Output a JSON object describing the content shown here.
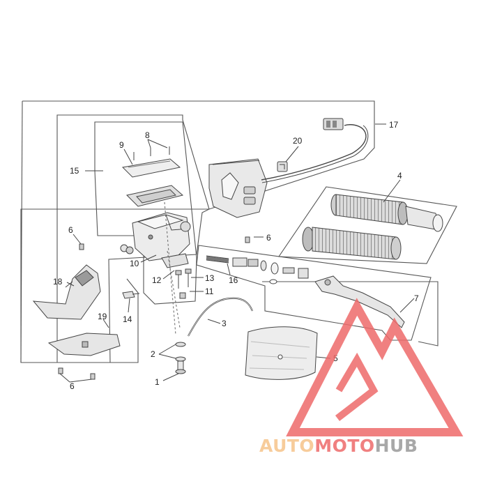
{
  "callouts": {
    "c1": "1",
    "c2": "2",
    "c3": "3",
    "c4": "4",
    "c5": "5",
    "c6a": "6",
    "c6b": "6",
    "c6c": "6",
    "c7": "7",
    "c8": "8",
    "c9": "9",
    "c10": "10",
    "c11": "11",
    "c12": "12",
    "c13": "13",
    "c14": "14",
    "c15": "15",
    "c16": "16",
    "c17": "17",
    "c18": "18",
    "c19": "19",
    "c20": "20"
  },
  "watermark": {
    "part1": "AUTO",
    "part2": "MOTO",
    "part3": "HUB",
    "color_orange": "#f6c48a",
    "color_red": "#ee6a6a",
    "color_gray": "#9a9a9a"
  },
  "colors": {
    "line": "#444444",
    "part_fill": "#e6e6e6",
    "part_dark": "#9a9a9a"
  }
}
